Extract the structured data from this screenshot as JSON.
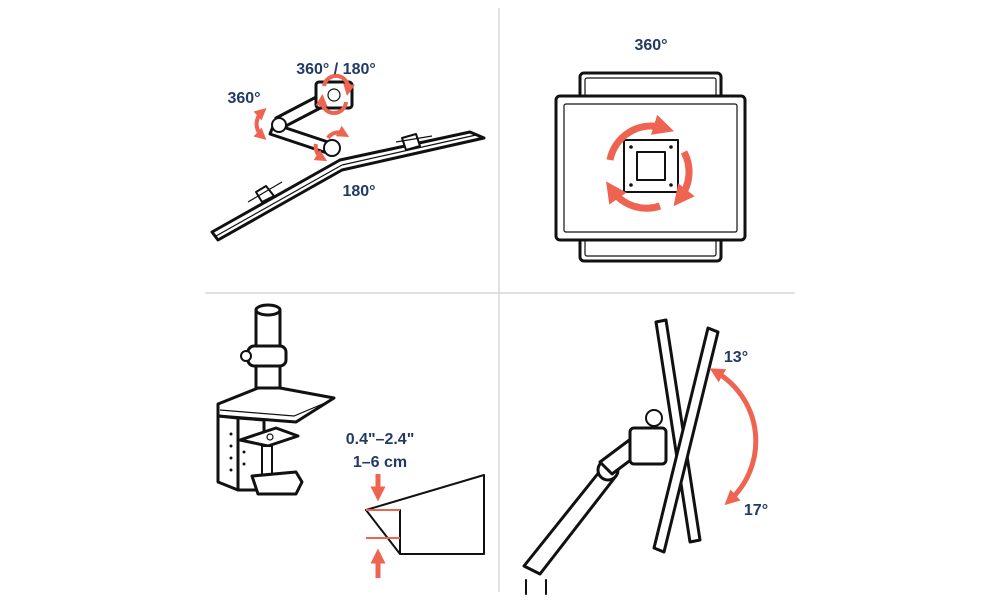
{
  "colors": {
    "accent": "#EE6451",
    "label": "#233A66",
    "line": "#111111",
    "divider": "#CFCFCF"
  },
  "panels": {
    "arm_rotation": {
      "label_top": "360° / 180°",
      "label_left": "360°",
      "label_bottom": "180°"
    },
    "monitor_rotation": {
      "label_top": "360°"
    },
    "desk_clamp": {
      "label_range_in": "0.4\"–2.4\"",
      "label_range_cm": "1–6 cm"
    },
    "tilt": {
      "label_up": "13°",
      "label_down": "17°"
    }
  }
}
